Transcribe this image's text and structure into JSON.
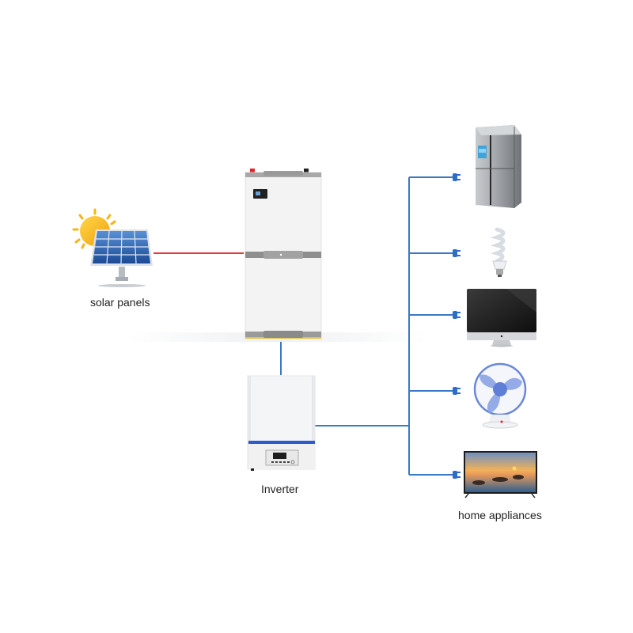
{
  "diagram": {
    "title": "",
    "colors": {
      "dc_line": "#e23b3b",
      "ac_line": "#3a78c8",
      "plug": "#2f6cc4",
      "inverter_stripe": "#2a5ccc",
      "battery_band": "#8e8e8e",
      "battery_trim": "#e8c33a"
    },
    "nodes": {
      "solar": {
        "label": "solar panels",
        "icon": "solar-panel-icon"
      },
      "battery": {
        "label": "",
        "icon": "battery-stack-icon"
      },
      "inverter": {
        "label": "Inverter",
        "icon": "inverter-icon"
      },
      "appliances": {
        "label": "home appliances",
        "items": [
          {
            "name": "refrigerator",
            "icon": "refrigerator-icon"
          },
          {
            "name": "light bulb",
            "icon": "light-bulb-icon"
          },
          {
            "name": "computer monitor",
            "icon": "monitor-icon"
          },
          {
            "name": "fan",
            "icon": "fan-icon"
          },
          {
            "name": "television",
            "icon": "television-icon"
          }
        ]
      }
    },
    "edges": [
      {
        "from": "solar",
        "to": "battery",
        "type": "dc",
        "color_key": "dc_line"
      },
      {
        "from": "battery",
        "to": "inverter",
        "type": "ac",
        "color_key": "ac_line"
      },
      {
        "from": "inverter",
        "to": "appliances",
        "type": "ac",
        "color_key": "ac_line"
      }
    ]
  }
}
